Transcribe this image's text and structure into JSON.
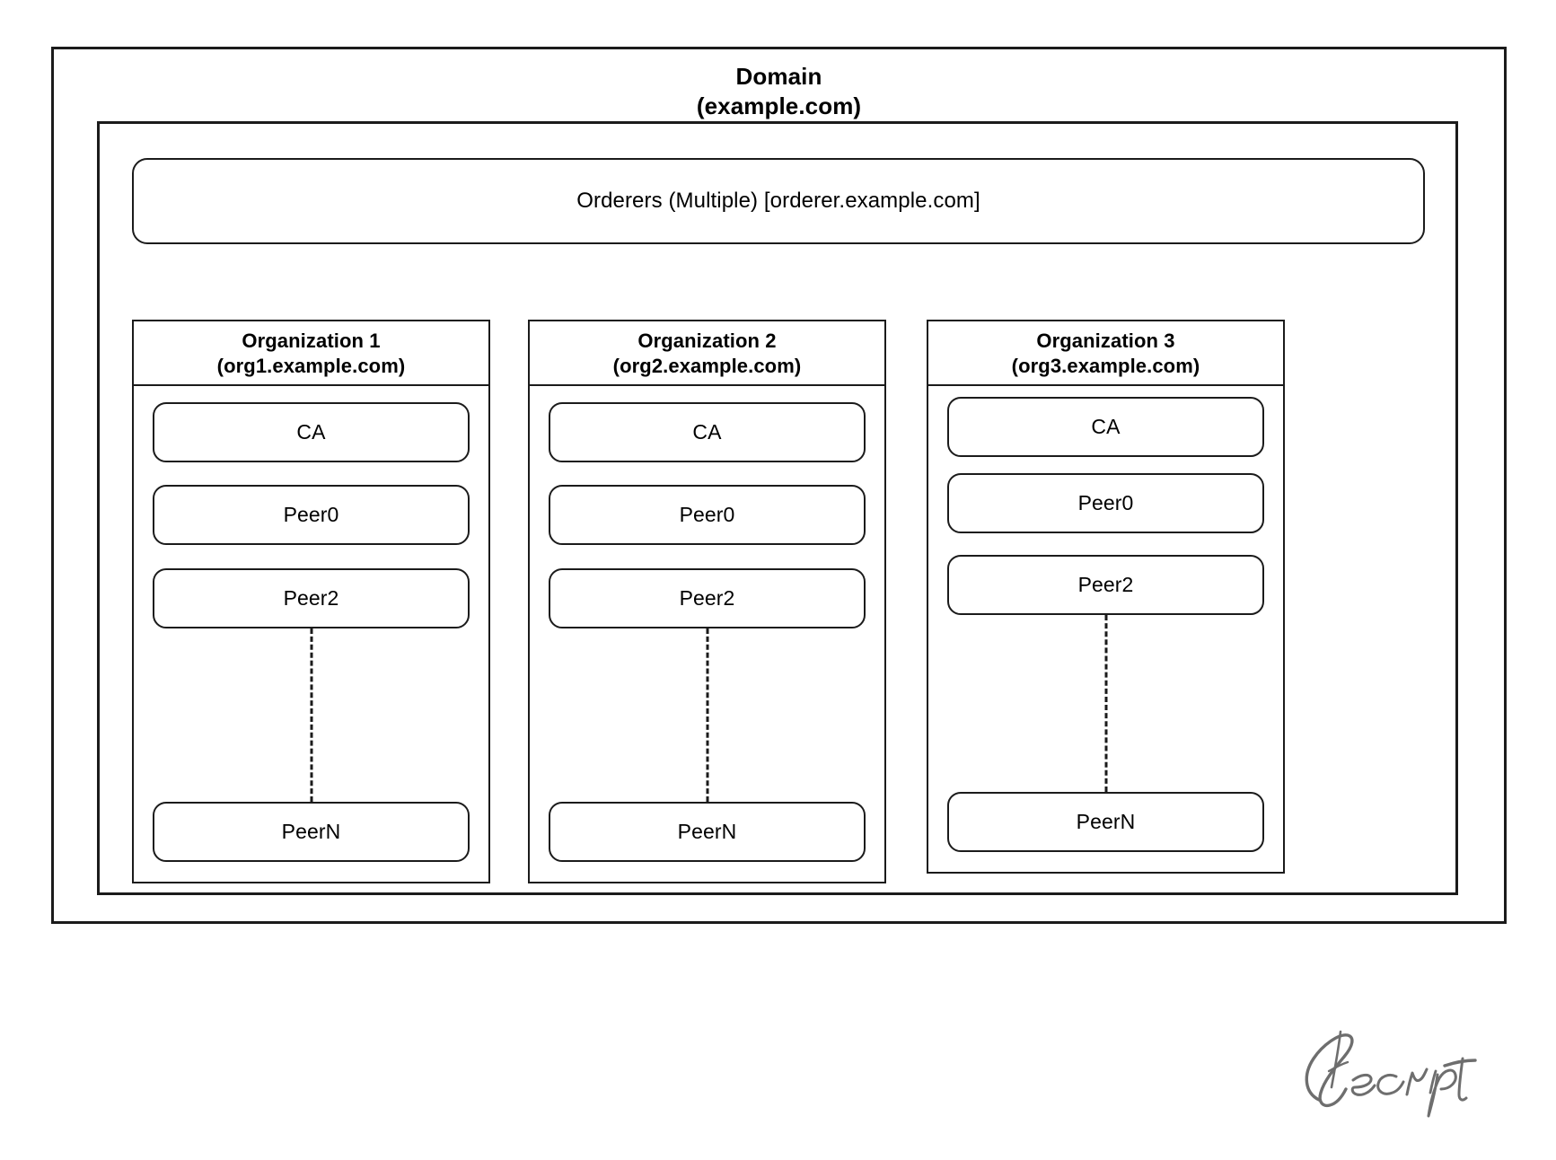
{
  "domain": {
    "title": "Domain",
    "subtitle": "(example.com)"
  },
  "orderers": {
    "label": "Orderers (Multiple) [orderer.example.com]"
  },
  "organizations": [
    {
      "name": "Organization 1",
      "address": "(org1.example.com)",
      "nodes": {
        "ca": "CA",
        "peer0": "Peer0",
        "peer2": "Peer2",
        "peerN": "PeerN"
      }
    },
    {
      "name": "Organization 2",
      "address": "(org2.example.com)",
      "nodes": {
        "ca": "CA",
        "peer0": "Peer0",
        "peer2": "Peer2",
        "peerN": "PeerN"
      }
    },
    {
      "name": "Organization 3",
      "address": "(org3.example.com)",
      "nodes": {
        "ca": "CA",
        "peer0": "Peer0",
        "peer2": "Peer2",
        "peerN": "PeerN"
      }
    }
  ],
  "watermark": {
    "text": "Skcript",
    "color": "#6e6e6e"
  },
  "colors": {
    "stroke": "#1b1b1b",
    "background": "#ffffff"
  }
}
